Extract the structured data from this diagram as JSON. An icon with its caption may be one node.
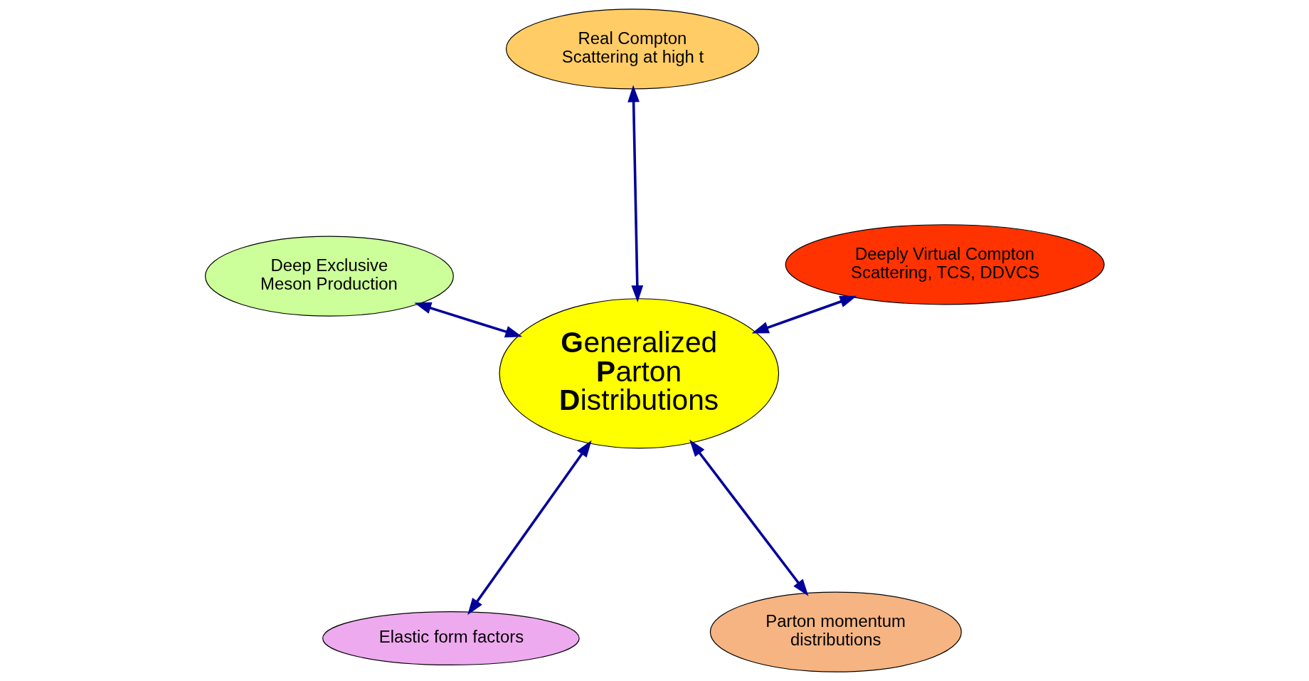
{
  "diagram": {
    "nodes": [
      {
        "text": [
          "Elastic form factors"
        ]
      },
      {
        "text": [
          "Parton momentum distributions"
        ]
      },
      {
        "text": [
          "**G**eneralized **P**arton **D**istributions"
        ]
      },
      {
        "text": [
          "Real Compton Scattering at high t"
        ]
      },
      {
        "text": [
          "Deeply Virtual Compton Scattering, TCS, DDVCS"
        ]
      },
      {
        "text": [
          "Deep Exclusive Meson Production"
        ]
      }
    ],
    "edges": [
      {
        "from": 2,
        "to": 0,
        "arrow": "both"
      },
      {
        "from": 2,
        "to": 1,
        "arrow": "both"
      },
      {
        "from": 2,
        "to": 3,
        "arrow": "both"
      },
      {
        "from": 2,
        "to": 4,
        "arrow": "both"
      },
      {
        "from": 2,
        "to": 5,
        "arrow": "both"
      }
    ]
  }
}
